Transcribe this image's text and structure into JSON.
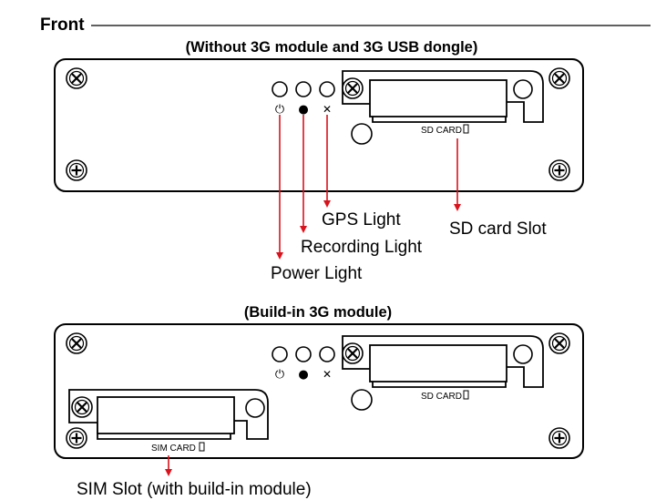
{
  "section_title": "Front",
  "panel_top": {
    "caption": "(Without 3G module and 3G USB dongle)",
    "sd_label": "SD CARD",
    "callouts": {
      "gps": "GPS Light",
      "recording": "Recording Light",
      "power": "Power Light",
      "sd_slot": "SD card Slot"
    }
  },
  "panel_bottom": {
    "caption": "(Build-in 3G module)",
    "sd_label": "SD CARD",
    "sim_label": "SIM CARD",
    "callouts": {
      "sim_slot": "SIM Slot (with build-in module)"
    }
  },
  "indicator_symbols": {
    "power": "⏻",
    "recording": "●",
    "gps": "✕"
  },
  "colors": {
    "arrow": "#d9131d",
    "outline": "#000000",
    "background": "#ffffff"
  }
}
